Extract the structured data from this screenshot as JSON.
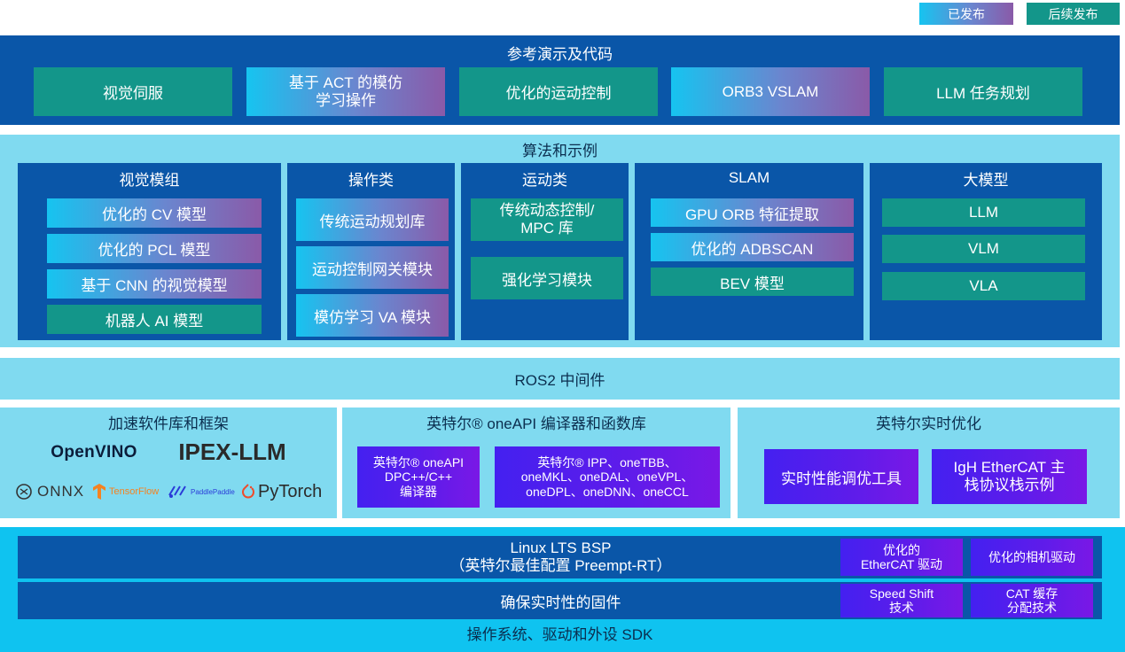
{
  "legend": {
    "released": "已发布",
    "upcoming": "后续发布"
  },
  "reference": {
    "title": "参考演示及代码",
    "items": [
      "视觉伺服",
      "基于 ACT 的模仿\n学习操作",
      "优化的运动控制",
      "ORB3 VSLAM",
      "LLM 任务规划"
    ]
  },
  "algorithms": {
    "title": "算法和示例",
    "vision": {
      "title": "视觉模组",
      "items": [
        "优化的 CV 模型",
        "优化的 PCL 模型",
        "基于 CNN 的视觉模型",
        "机器人 AI 模型"
      ]
    },
    "manipulation": {
      "title": "操作类",
      "items": [
        "传统运动规划库",
        "运动控制网关模块",
        "模仿学习 VA 模块"
      ]
    },
    "motion": {
      "title": "运动类",
      "items": [
        "传统动态控制/\nMPC 库",
        "强化学习模块"
      ]
    },
    "slam": {
      "title": "SLAM",
      "items": [
        "GPU ORB 特征提取",
        "优化的 ADBSCAN",
        "BEV 模型"
      ]
    },
    "llm": {
      "title": "大模型",
      "items": [
        "LLM",
        "VLM",
        "VLA"
      ]
    }
  },
  "ros2": {
    "title": "ROS2 中间件"
  },
  "accel": {
    "title": "加速软件库和框架",
    "logos": {
      "openvino": "OpenVINO",
      "ipex": "IPEX-LLM",
      "onnx": "ONNX",
      "tensorflow": "TensorFlow",
      "paddle": "PaddlePaddle",
      "pytorch": "PyTorch"
    }
  },
  "oneapi": {
    "title": "英特尔® oneAPI 编译器和函数库",
    "compiler": "英特尔® oneAPI\nDPC++/C++\n编译器",
    "libs": "英特尔® IPP、oneTBB、\noneMKL、oneDAL、oneVPL、\noneDPL、oneDNN、oneCCL"
  },
  "rt": {
    "title": "英特尔实时优化",
    "items": [
      "实时性能调优工具",
      "IgH EtherCAT 主\n栈协议栈示例"
    ]
  },
  "os": {
    "linux": "Linux LTS BSP\n（英特尔最佳配置 Preempt-RT）",
    "ethercat": "优化的\nEtherCAT 驱动",
    "camera": "优化的相机驱动",
    "firmware": "确保实时性的固件",
    "speedshift": "Speed Shift\n技术",
    "cat": "CAT 缓存\n分配技术",
    "footer": "操作系统、驱动和外设 SDK"
  },
  "colors": {
    "navy": "#0a56a8",
    "teal": "#13968a",
    "sky": "#80daf0",
    "cyan": "#16c4f0",
    "purple": "#5f1cea"
  }
}
